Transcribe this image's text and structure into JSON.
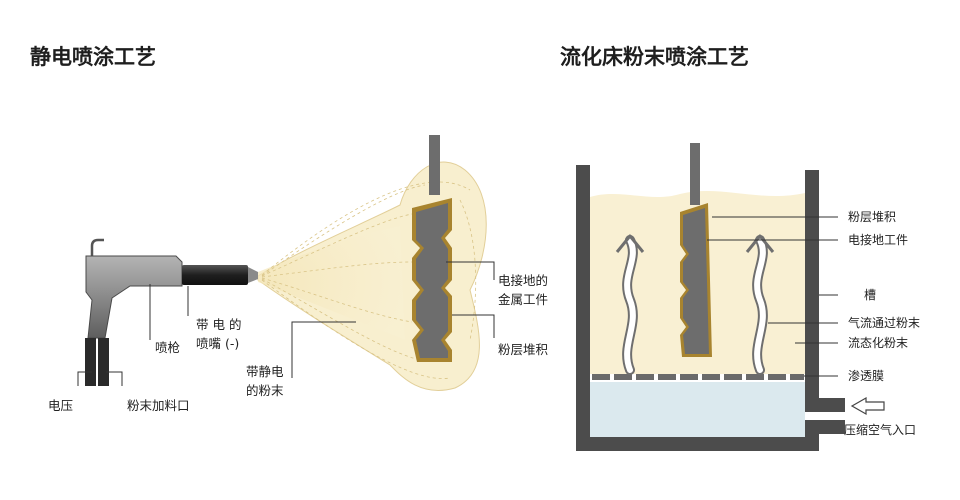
{
  "left_panel": {
    "title": "静电喷涂工艺",
    "labels": {
      "voltage": "电压",
      "powder_inlet": "粉末加料口",
      "spray_gun": "喷枪",
      "nozzle_line1": "带 电 的",
      "nozzle_line2": "喷嘴 (-)",
      "charged_powder_line1": "带静电",
      "charged_powder_line2": "的粉末",
      "workpiece_line1": "电接地的",
      "workpiece_line2": "金属工件",
      "powder_layer": "粉层堆积"
    }
  },
  "right_panel": {
    "title": "流化床粉末喷涂工艺",
    "labels": {
      "powder_layer": "粉层堆积",
      "grounded_workpiece": "电接地工件",
      "tank": "槽",
      "airflow_through_powder": "气流通过粉末",
      "fluidized_powder": "流态化粉末",
      "membrane": "渗透膜",
      "air_inlet": "压缩空气入口"
    }
  },
  "colors": {
    "background": "#ffffff",
    "cloud_fill": "#f8efcf",
    "powder_fill": "#f9f0d3",
    "workpiece": "#6d6d6d",
    "coating": "#a8842f",
    "tank_wall": "#4c4c4c",
    "air_chamber": "#dbe9ee",
    "gun_body": "#7d7d7d",
    "gun_nozzle": "#2c2c2c"
  }
}
